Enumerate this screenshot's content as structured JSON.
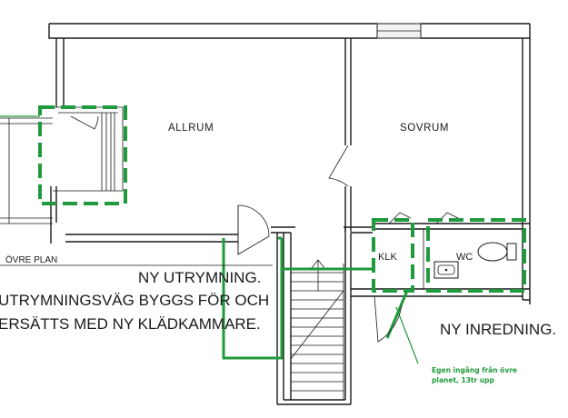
{
  "rooms": {
    "allrum": "ALLRUM",
    "sovrum": "SOVRUM",
    "klk": "KLK",
    "wc": "WC"
  },
  "labels": {
    "ovre_plan": "ÖVRE PLAN",
    "note_line1": "NY UTRYMNING.",
    "note_line2": "UTRYMNINGSVÄG BYGGS FÖR OCH",
    "note_line3": "ERSÄTTS MED NY KLÄDKAMMARE.",
    "ny_inredning": "NY INREDNING.",
    "entrance_line1": "Egen ingång från övre",
    "entrance_line2": "planet, 13tr upp"
  },
  "colors": {
    "markup": "#1f9a3c",
    "lines": "#1a1a1a",
    "background": "#ffffff"
  }
}
